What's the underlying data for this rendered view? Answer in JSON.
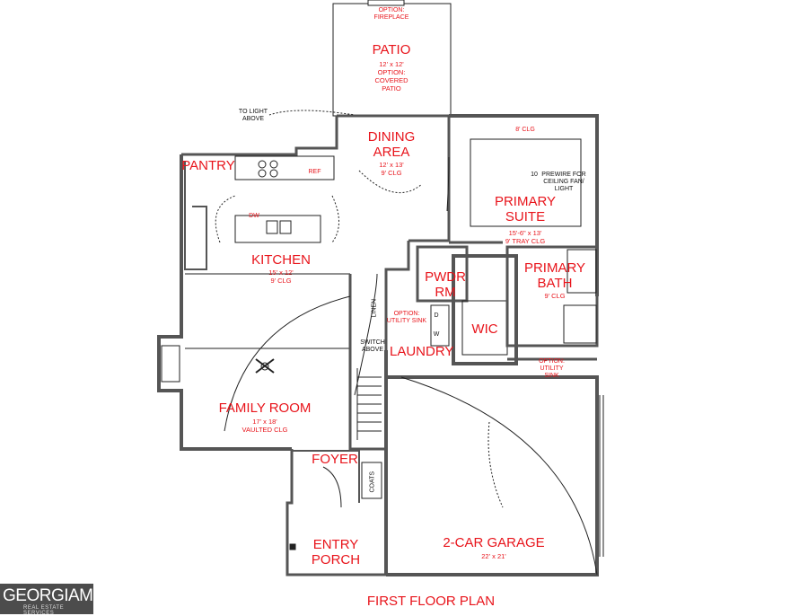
{
  "plan_title": "FIRST FLOOR PLAN",
  "logo": {
    "text": "GEORGIAMLS",
    "subtext": "REAL ESTATE SERVICES"
  },
  "rooms": {
    "patio": {
      "name": "PATIO",
      "dim": "12' x 12'\nOPTION:\nCOVERED\nPATIO"
    },
    "fireplace_option": "OPTION:\nFIREPLACE",
    "dining": {
      "name": "DINING\nAREA",
      "dim": "12' x 13'\n9' CLG"
    },
    "primary_suite": {
      "name": "PRIMARY\nSUITE",
      "dim": "15'-6\" x 13'\n9' TRAY CLG"
    },
    "suite_ceiling": "8' CLG",
    "pantry": {
      "name": "PANTRY"
    },
    "kitchen": {
      "name": "KITCHEN",
      "dim": "15' x 12'\n9' CLG"
    },
    "pwdr": {
      "name": "PWDR\nRM"
    },
    "primary_bath": {
      "name": "PRIMARY\nBATH",
      "dim": "9' CLG"
    },
    "wic": {
      "name": "WIC"
    },
    "laundry": {
      "name": "LAUNDRY"
    },
    "family": {
      "name": "FAMILY ROOM",
      "dim": "17' x 18'\nVAULTED CLG"
    },
    "foyer": {
      "name": "FOYER"
    },
    "entry": {
      "name": "ENTRY\nPORCH"
    },
    "garage": {
      "name": "2-CAR GARAGE",
      "dim": "22' x 21'"
    }
  },
  "notes": {
    "to_light": "TO LIGHT\nABOVE",
    "ref": "REF",
    "dw": "DW",
    "prewire": "PREWIRE FOR\nCEILING FAN/\nLIGHT",
    "utility_sink_laundry": "OPTION:\nUTILITY SINK",
    "utility_sink_garage": "OPTION:\nUTILITY\nSINK",
    "switch_above": "SWITCH\nABOVE",
    "linen": "LINEN",
    "coats": "COATS",
    "w": "W",
    "d": "D",
    "fan_num": "10"
  },
  "colors": {
    "label": "#e8141b",
    "wall": "#4a4a4a",
    "line": "#222222"
  }
}
